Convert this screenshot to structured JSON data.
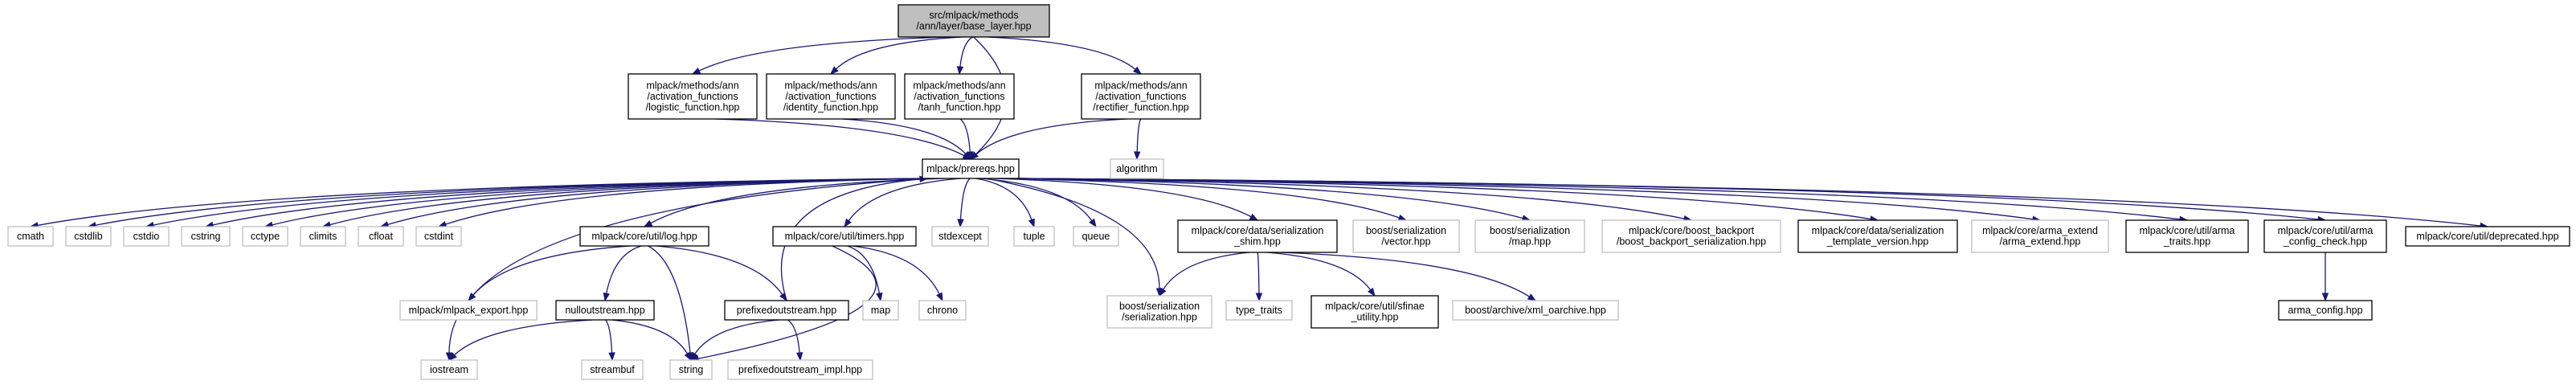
{
  "nodes": [
    {
      "id": "base_layer",
      "lines": [
        "src/mlpack/methods",
        "/ann/layer/base_layer.hpp"
      ],
      "style": "root"
    },
    {
      "id": "logistic",
      "lines": [
        "mlpack/methods/ann",
        "/activation_functions",
        "/logistic_function.hpp"
      ],
      "style": "black"
    },
    {
      "id": "identity",
      "lines": [
        "mlpack/methods/ann",
        "/activation_functions",
        "/identity_function.hpp"
      ],
      "style": "black"
    },
    {
      "id": "tanh",
      "lines": [
        "mlpack/methods/ann",
        "/activation_functions",
        "/tanh_function.hpp"
      ],
      "style": "black"
    },
    {
      "id": "rectifier",
      "lines": [
        "mlpack/methods/ann",
        "/activation_functions",
        "/rectifier_function.hpp"
      ],
      "style": "black"
    },
    {
      "id": "prereqs",
      "lines": [
        "mlpack/prereqs.hpp"
      ],
      "style": "black"
    },
    {
      "id": "algorithm",
      "lines": [
        "algorithm"
      ],
      "style": "grey"
    },
    {
      "id": "cmath",
      "lines": [
        "cmath"
      ],
      "style": "grey"
    },
    {
      "id": "cstdlib",
      "lines": [
        "cstdlib"
      ],
      "style": "grey"
    },
    {
      "id": "cstdio",
      "lines": [
        "cstdio"
      ],
      "style": "grey"
    },
    {
      "id": "cstring",
      "lines": [
        "cstring"
      ],
      "style": "grey"
    },
    {
      "id": "cctype",
      "lines": [
        "cctype"
      ],
      "style": "grey"
    },
    {
      "id": "climits",
      "lines": [
        "climits"
      ],
      "style": "grey"
    },
    {
      "id": "cfloat",
      "lines": [
        "cfloat"
      ],
      "style": "grey"
    },
    {
      "id": "cstdint",
      "lines": [
        "cstdint"
      ],
      "style": "grey"
    },
    {
      "id": "log",
      "lines": [
        "mlpack/core/util/log.hpp"
      ],
      "style": "black"
    },
    {
      "id": "timers",
      "lines": [
        "mlpack/core/util/timers.hpp"
      ],
      "style": "black"
    },
    {
      "id": "stdexcept",
      "lines": [
        "stdexcept"
      ],
      "style": "grey"
    },
    {
      "id": "tuple",
      "lines": [
        "tuple"
      ],
      "style": "grey"
    },
    {
      "id": "queue",
      "lines": [
        "queue"
      ],
      "style": "grey"
    },
    {
      "id": "shim",
      "lines": [
        "mlpack/core/data/serialization",
        "_shim.hpp"
      ],
      "style": "black"
    },
    {
      "id": "boost_vector",
      "lines": [
        "boost/serialization",
        "/vector.hpp"
      ],
      "style": "grey"
    },
    {
      "id": "boost_map",
      "lines": [
        "boost/serialization",
        "/map.hpp"
      ],
      "style": "grey"
    },
    {
      "id": "backport",
      "lines": [
        "mlpack/core/boost_backport",
        "/boost_backport_serialization.hpp"
      ],
      "style": "grey"
    },
    {
      "id": "template_version",
      "lines": [
        "mlpack/core/data/serialization",
        "_template_version.hpp"
      ],
      "style": "black"
    },
    {
      "id": "arma_extend",
      "lines": [
        "mlpack/core/arma_extend",
        "/arma_extend.hpp"
      ],
      "style": "grey"
    },
    {
      "id": "arma_traits",
      "lines": [
        "mlpack/core/util/arma",
        "_traits.hpp"
      ],
      "style": "black"
    },
    {
      "id": "arma_config_check",
      "lines": [
        "mlpack/core/util/arma",
        "_config_check.hpp"
      ],
      "style": "black"
    },
    {
      "id": "deprecated",
      "lines": [
        "mlpack/core/util/deprecated.hpp"
      ],
      "style": "black"
    },
    {
      "id": "mlpack_export",
      "lines": [
        "mlpack/mlpack_export.hpp"
      ],
      "style": "grey"
    },
    {
      "id": "nullout",
      "lines": [
        "nulloutstream.hpp"
      ],
      "style": "black"
    },
    {
      "id": "prefixed",
      "lines": [
        "prefixedoutstream.hpp"
      ],
      "style": "black"
    },
    {
      "id": "map",
      "lines": [
        "map"
      ],
      "style": "grey"
    },
    {
      "id": "chrono",
      "lines": [
        "chrono"
      ],
      "style": "grey"
    },
    {
      "id": "boost_serialization",
      "lines": [
        "boost/serialization",
        "/serialization.hpp"
      ],
      "style": "grey"
    },
    {
      "id": "type_traits",
      "lines": [
        "type_traits"
      ],
      "style": "grey"
    },
    {
      "id": "sfinae",
      "lines": [
        "mlpack/core/util/sfinae",
        "_utility.hpp"
      ],
      "style": "black"
    },
    {
      "id": "xml_oarchive",
      "lines": [
        "boost/archive/xml_oarchive.hpp"
      ],
      "style": "grey"
    },
    {
      "id": "arma_config",
      "lines": [
        "arma_config.hpp"
      ],
      "style": "black"
    },
    {
      "id": "iostream",
      "lines": [
        "iostream"
      ],
      "style": "grey"
    },
    {
      "id": "streambuf",
      "lines": [
        "streambuf"
      ],
      "style": "grey"
    },
    {
      "id": "string",
      "lines": [
        "string"
      ],
      "style": "grey"
    },
    {
      "id": "prefixed_impl",
      "lines": [
        "prefixedoutstream_impl.hpp"
      ],
      "style": "grey"
    }
  ],
  "edges": [
    {
      "from": "base_layer",
      "to": "logistic"
    },
    {
      "from": "base_layer",
      "to": "identity"
    },
    {
      "from": "base_layer",
      "to": "tanh"
    },
    {
      "from": "base_layer",
      "to": "rectifier"
    },
    {
      "from": "base_layer",
      "to": "prereqs"
    },
    {
      "from": "logistic",
      "to": "prereqs"
    },
    {
      "from": "identity",
      "to": "prereqs"
    },
    {
      "from": "tanh",
      "to": "prereqs"
    },
    {
      "from": "rectifier",
      "to": "prereqs"
    },
    {
      "from": "rectifier",
      "to": "algorithm"
    },
    {
      "from": "prereqs",
      "to": "cmath"
    },
    {
      "from": "prereqs",
      "to": "cstdlib"
    },
    {
      "from": "prereqs",
      "to": "cstdio"
    },
    {
      "from": "prereqs",
      "to": "cstring"
    },
    {
      "from": "prereqs",
      "to": "cctype"
    },
    {
      "from": "prereqs",
      "to": "climits"
    },
    {
      "from": "prereqs",
      "to": "cfloat"
    },
    {
      "from": "prereqs",
      "to": "cstdint"
    },
    {
      "from": "prereqs",
      "to": "iostream"
    },
    {
      "from": "prereqs",
      "to": "log"
    },
    {
      "from": "prereqs",
      "to": "timers"
    },
    {
      "from": "prereqs",
      "to": "stdexcept"
    },
    {
      "from": "prereqs",
      "to": "tuple"
    },
    {
      "from": "prereqs",
      "to": "queue"
    },
    {
      "from": "prereqs",
      "to": "boost_serialization"
    },
    {
      "from": "prereqs",
      "to": "shim"
    },
    {
      "from": "prereqs",
      "to": "boost_vector"
    },
    {
      "from": "prereqs",
      "to": "boost_map"
    },
    {
      "from": "prereqs",
      "to": "backport"
    },
    {
      "from": "prereqs",
      "to": "template_version"
    },
    {
      "from": "prereqs",
      "to": "arma_extend"
    },
    {
      "from": "prereqs",
      "to": "arma_traits"
    },
    {
      "from": "prereqs",
      "to": "arma_config_check"
    },
    {
      "from": "prereqs",
      "to": "deprecated"
    },
    {
      "from": "log",
      "to": "mlpack_export"
    },
    {
      "from": "log",
      "to": "nullout"
    },
    {
      "from": "log",
      "to": "prefixed"
    },
    {
      "from": "log",
      "to": "string"
    },
    {
      "from": "nullout",
      "to": "iostream"
    },
    {
      "from": "nullout",
      "to": "streambuf"
    },
    {
      "from": "nullout",
      "to": "string"
    },
    {
      "from": "prefixed",
      "to": "string"
    },
    {
      "from": "prefixed",
      "to": "prefixed_impl"
    },
    {
      "from": "prefixed",
      "to": "prereqs"
    },
    {
      "from": "timers",
      "to": "map"
    },
    {
      "from": "timers",
      "to": "chrono"
    },
    {
      "from": "timers",
      "to": "string"
    },
    {
      "from": "shim",
      "to": "boost_serialization"
    },
    {
      "from": "shim",
      "to": "type_traits"
    },
    {
      "from": "shim",
      "to": "sfinae"
    },
    {
      "from": "shim",
      "to": "xml_oarchive"
    },
    {
      "from": "arma_config_check",
      "to": "arma_config"
    }
  ]
}
